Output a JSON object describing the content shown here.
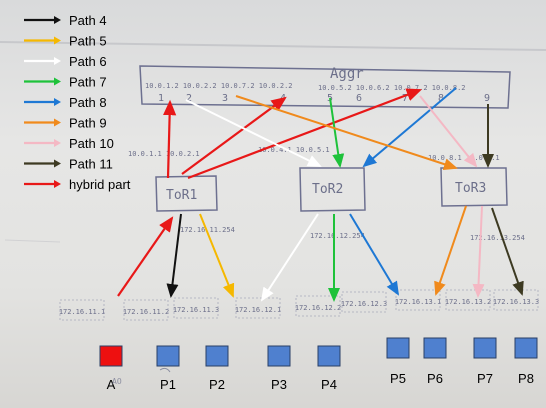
{
  "legend": [
    {
      "label": "Path 4",
      "color": "#111111"
    },
    {
      "label": "Path 5",
      "color": "#f5b800"
    },
    {
      "label": "Path 6",
      "color": "#ffffff"
    },
    {
      "label": "Path 7",
      "color": "#1ec23a"
    },
    {
      "label": "Path 8",
      "color": "#1e78d4"
    },
    {
      "label": "Path 9",
      "color": "#f08a1c"
    },
    {
      "label": "Path 10",
      "color": "#f4b8c4"
    },
    {
      "label": "Path 11",
      "color": "#3d3a22"
    },
    {
      "label": "hybrid part",
      "color": "#e81818"
    }
  ],
  "nodes": {
    "aggr": "Aggr",
    "aggr_ports": [
      "1",
      "2",
      "3",
      "4",
      "5",
      "6",
      "7",
      "8",
      "9"
    ],
    "tor1": "ToR1",
    "tor2": "ToR2",
    "tor3": "ToR3"
  },
  "hosts": [
    {
      "ip": "172.16.11.1",
      "name": "A",
      "color": "#ee1010"
    },
    {
      "ip": "172.16.11.2",
      "name": "P1",
      "color": "#4f80cf"
    },
    {
      "ip": "172.16.11.3",
      "name": "P2",
      "color": "#4f80cf"
    },
    {
      "ip": "172.16.12.1",
      "name": "P3",
      "color": "#4f80cf"
    },
    {
      "ip": "172.16.12.2",
      "name": "P4",
      "color": "#4f80cf"
    },
    {
      "ip": "172.16.12.3",
      "name": "P5",
      "color": "#4f80cf"
    },
    {
      "ip": "172.16.13.1",
      "name": "P6",
      "color": "#4f80cf"
    },
    {
      "ip": "172.16.13.2",
      "name": "P7",
      "color": "#4f80cf"
    },
    {
      "ip": "172.16.13.3",
      "name": "P8",
      "color": "#4f80cf"
    }
  ]
}
